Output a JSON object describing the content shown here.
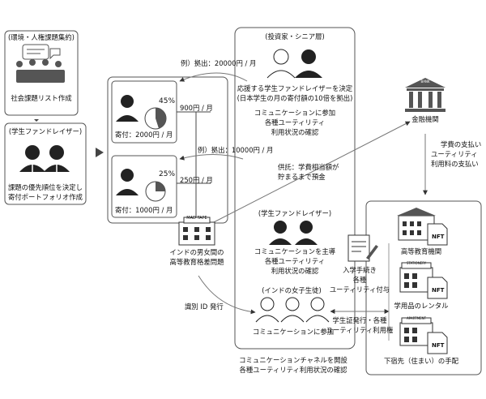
{
  "left": {
    "box1_title": "(環境・人権課題集約)",
    "box1_caption": "社会課題リスト作成",
    "box2_title": "(学生ファンドレイザー)",
    "box2_caption1": "課題の優先順位を決定し",
    "box2_caption2": "寄付ポートフォリオ作成"
  },
  "portfolio": {
    "top_pct": "45%",
    "top_donation": "寄付：2000円 / 月",
    "top_allocation": "900円 / 月",
    "bottom_pct": "25%",
    "bottom_donation": "寄付：1000円 / 月",
    "bottom_allocation": "250円 / 月"
  },
  "examples": {
    "ex1": "例）拠出：20000円 / 月",
    "ex2": "例）拠出：10000円 / 月"
  },
  "investors": {
    "title": "(投資家・シニア層)",
    "line1": "応援する学生ファンドレイザーを決定",
    "line2": "(日本学生の月の寄付額の10倍を拠出)",
    "line3": "コミュニケーションに参加",
    "line4": "各種ユーティリティ",
    "line5": "利用状況の確認"
  },
  "deposit": {
    "line1": "供託：学費相当額が",
    "line2": "貯まるまで預金"
  },
  "fundraiser": {
    "title": "(学生ファンドレイザー)",
    "line1": "コミュニケーションを主導",
    "line2": "各種ユーティリティ",
    "line3": "利用状況の確認"
  },
  "india_students": {
    "title": "(インドの女子生徒)",
    "caption": "コミュニケーションに参加"
  },
  "school": {
    "sign": "MAD TAPE",
    "line1": "インドの男女間の",
    "line2": "高等教育格差問題"
  },
  "id_issue": "識別 ID 発行",
  "channel": {
    "line1": "コミュニケーションチャネルを開設",
    "line2": "各種ユーティリティ利用状況の確認"
  },
  "bank": {
    "sign": "BANK",
    "label": "金融機関",
    "pay1": "学費の支払い",
    "pay2": "ユーティリティ",
    "pay3": "利用料の支払い"
  },
  "enrollment": {
    "line1": "入学手続き",
    "line2": "各種",
    "line3": "ユーティリティ付与"
  },
  "student_id": {
    "line1": "学生証発行・各種",
    "line2": "ユーティリティ利用権"
  },
  "services": {
    "nft": "NFT",
    "item1": "高等教育機関",
    "item2": "学用品のレンタル",
    "item3": "下宿先（住まい）の手配",
    "sign2": "STATIONERY",
    "sign3": "APARTMENT"
  }
}
